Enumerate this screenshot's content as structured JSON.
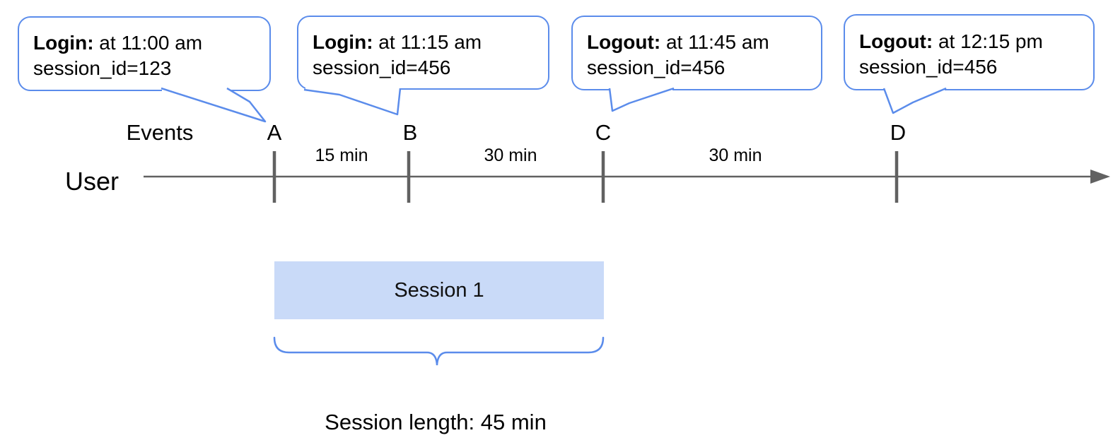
{
  "callouts": [
    {
      "bold": "Login:",
      "text": " at 11:00 am",
      "line2": "session_id=123"
    },
    {
      "bold": "Login:",
      "text": " at 11:15 am",
      "line2": "session_id=456"
    },
    {
      "bold": "Logout:",
      "text": " at 11:45 am",
      "line2": "session_id=456"
    },
    {
      "bold": "Logout:",
      "text": " at 12:15 pm",
      "line2": "session_id=456"
    }
  ],
  "timeline": {
    "row_label": "User",
    "events_label": "Events",
    "markers": [
      "A",
      "B",
      "C",
      "D"
    ],
    "intervals": [
      "15 min",
      "30 min",
      "30 min"
    ]
  },
  "session": {
    "box_label": "Session 1",
    "length_label": "Session length: 45 min"
  },
  "colors": {
    "callout_border": "#5b8ceb",
    "session_fill": "#c9daf8",
    "timeline_gray": "#616161",
    "text": "#000000"
  }
}
